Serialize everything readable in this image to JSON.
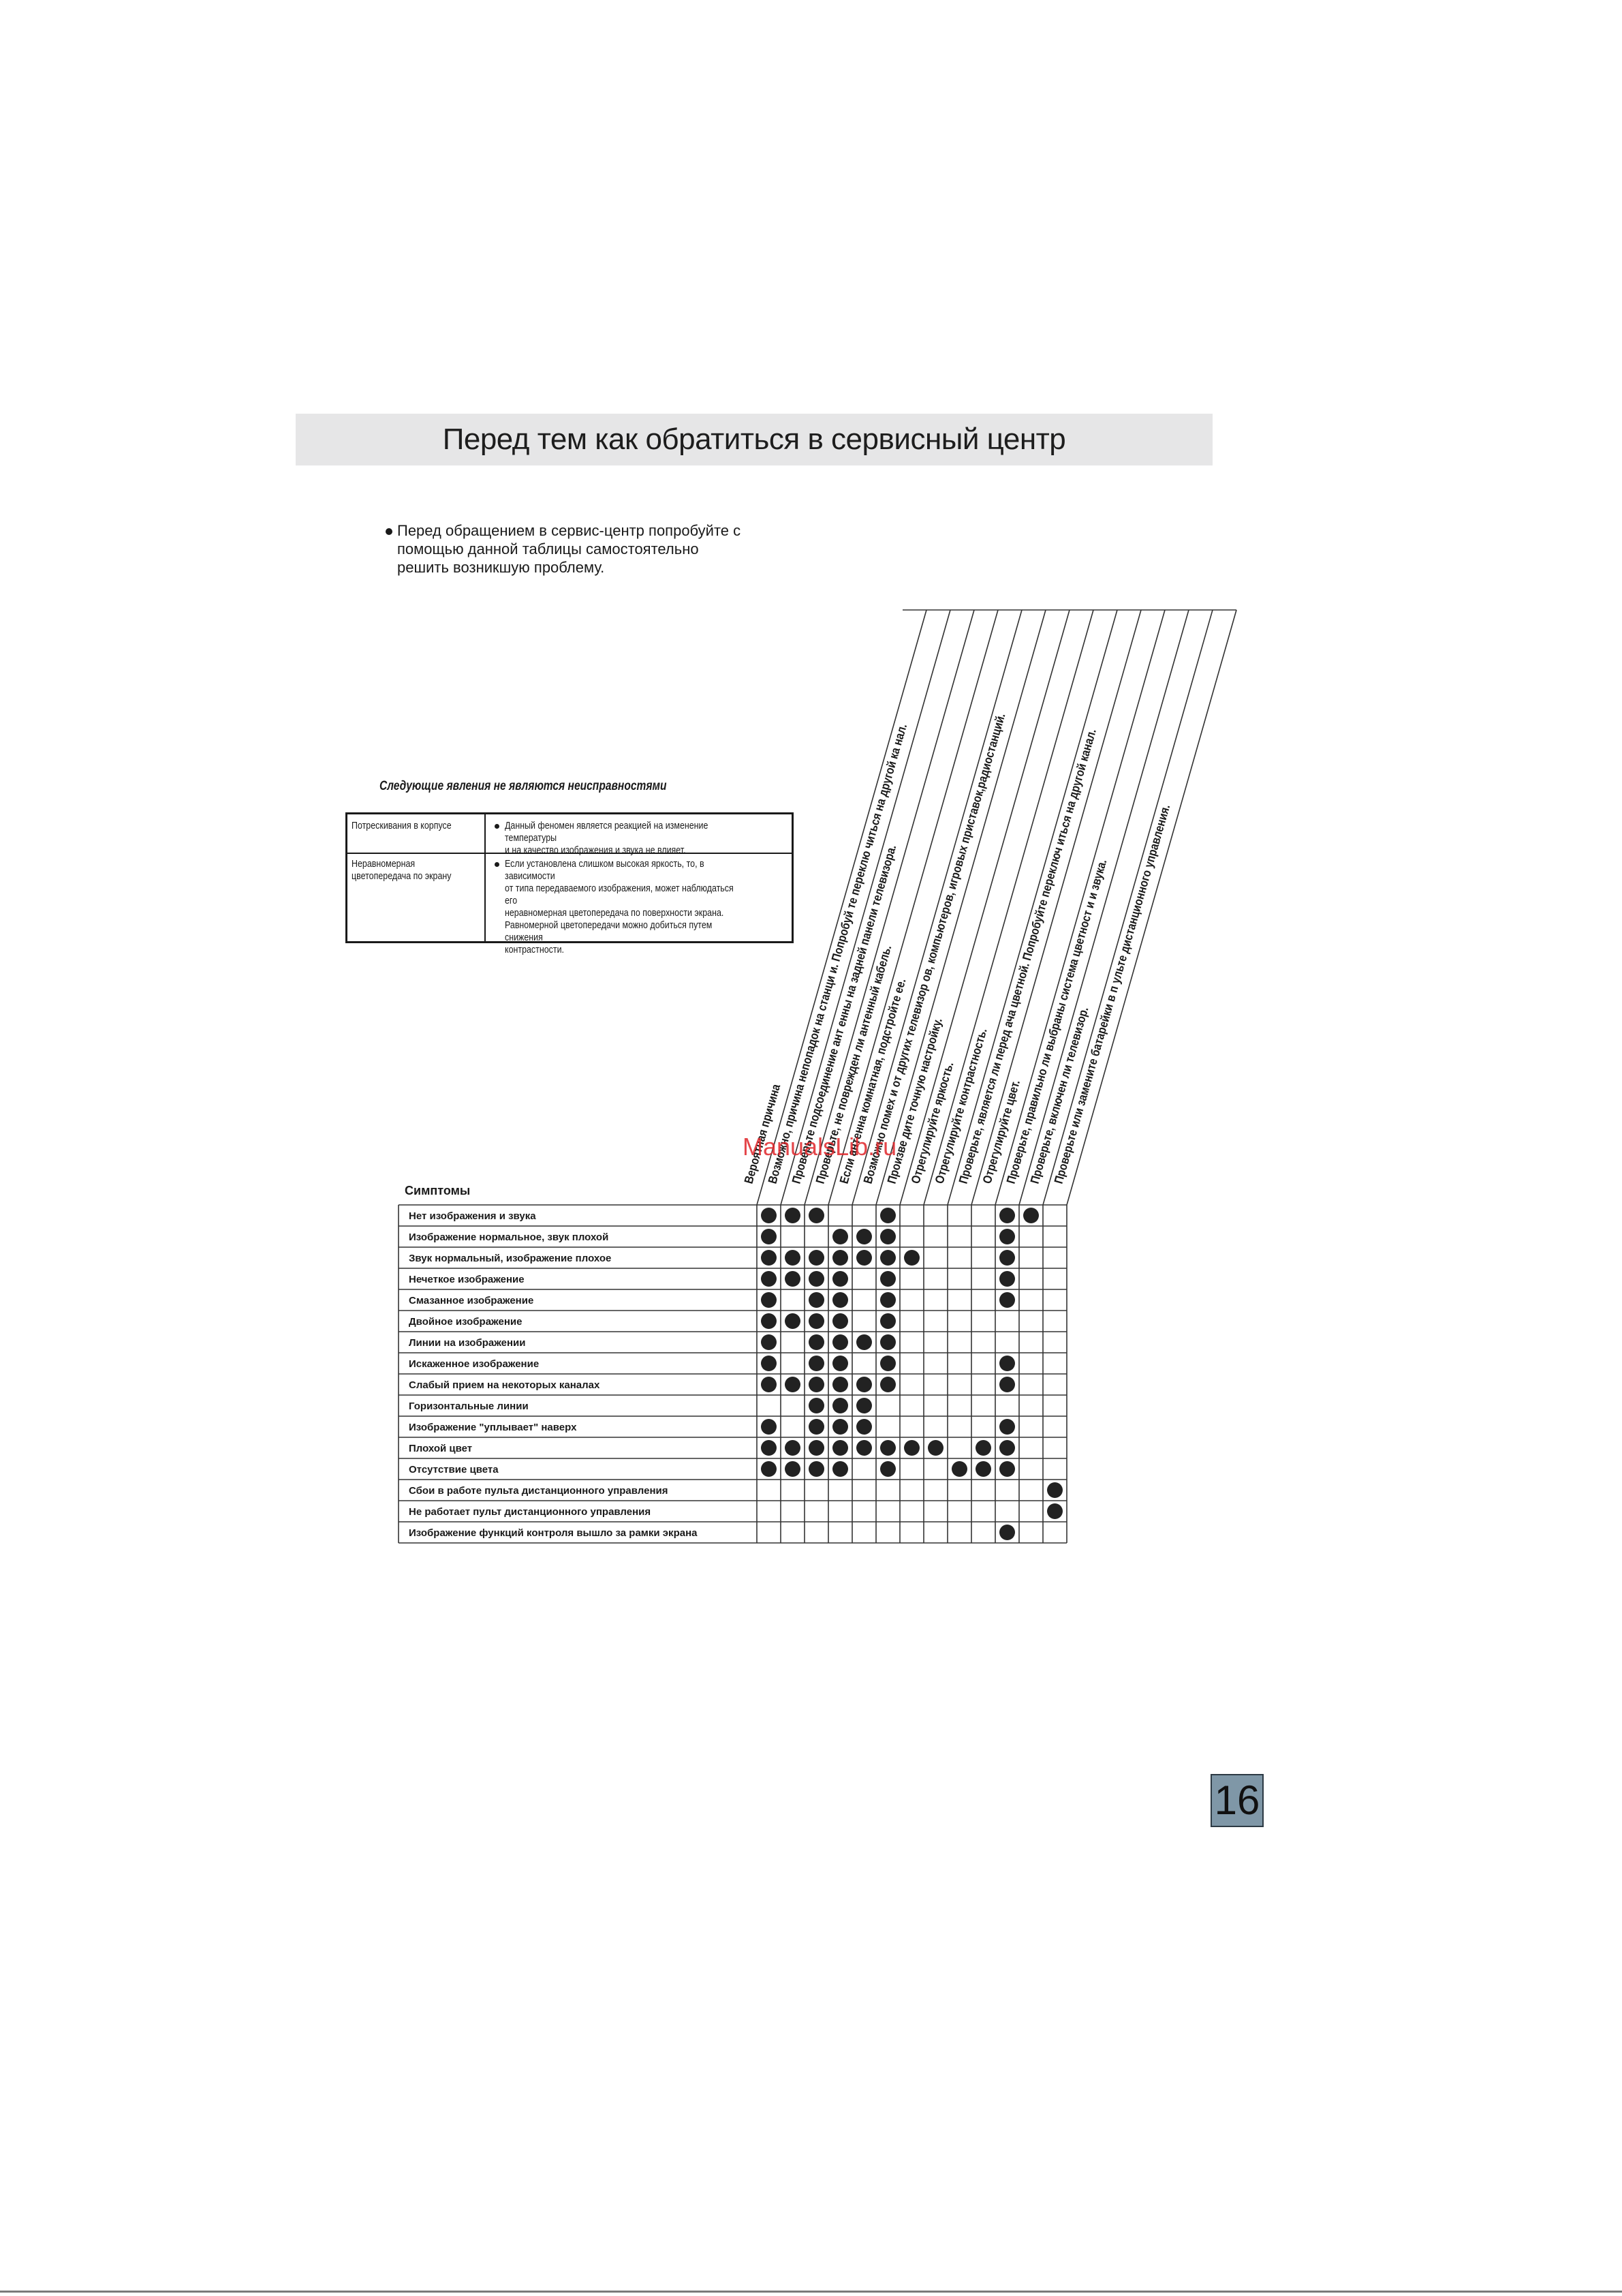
{
  "title": "Перед тем как обратиться в сервисный центр",
  "intro": "Перед обращением в сервис-центр попробуйте с\nпомощью данной таблицы самостоятельно\nрешить возникшую проблему.",
  "notes": {
    "title": "Следующие явления не являются неисправностями",
    "rows": [
      {
        "symptom": "Потрескивания в корпусе",
        "explanation": "Данный феномен является реакцией на изменение температуры\nи на качество изображения и звука не влияет."
      },
      {
        "symptom": "Неравномерная\nцветопередача по экрану",
        "explanation": "Если установлена слишком высокая яркость, то, в зависимости\nот типа передаваемого изображения, может наблюдаться его\nнеравномерная цветопередача по поверхности экрана.\nРавномерной цветопередачи можно добиться путем снижения\nконтрастности."
      }
    ]
  },
  "chart_data": {
    "type": "table",
    "symptoms_label": "Симптомы",
    "causes": [
      "Вероятная причина",
      "Возможно, причина непопадок на    станци и. Попробуй те переклю читься на другой ка нал.",
      "Проверьте подсоединение ант енны на задней панели телевизора.",
      "Проверьте, не поврежден  ли антенный кабель.",
      "Если антенна комнатная, подстройте  ее.",
      "Возможно помех и от других  телевизор ов, компьютеров, игровых приставок,радиостанций.",
      "Произве дите точную настройку.",
      "Отрегулируйте яркость.",
      "Отрегулируйте контрастность.",
      "Проверьте, является ли перед ача цветной. Попробуйте переключ иться на другой канал.",
      "Отрегулируйте цвет.",
      "Проверьте, правильно ли выбраны система  цветност и и звука.",
      "Проверьте,  включен ли телевизор.",
      "Проверьте или замените батарейки в п ульте дистанционного управления."
    ],
    "symptoms": [
      "Нет изображения и звука",
      "Изображение нормальное, звук плохой",
      "Звук нормальный, изображение плохое",
      "Нечеткое изображение",
      "Смазанное изображение",
      "Двойное изображение",
      "Линии на изображении",
      "Искаженное изображение",
      "Слабый прием на некоторых каналах",
      "Горизонтальные линии",
      "Изображение \"уплывает\" наверх",
      "Плохой цвет",
      "Отсутствие цвета",
      "Сбои в работе пульта дистанционного управления",
      "Не работает пульт дистанционного управления",
      "Изображение функций контроля вышло за рамки экрана"
    ],
    "matrix": [
      [
        1,
        1,
        1,
        0,
        0,
        1,
        0,
        0,
        0,
        0,
        1,
        1,
        0
      ],
      [
        1,
        0,
        0,
        1,
        1,
        1,
        0,
        0,
        0,
        0,
        1,
        0,
        0
      ],
      [
        1,
        1,
        1,
        1,
        1,
        1,
        1,
        0,
        0,
        0,
        1,
        0,
        0
      ],
      [
        1,
        1,
        1,
        1,
        0,
        1,
        0,
        0,
        0,
        0,
        1,
        0,
        0
      ],
      [
        1,
        0,
        1,
        1,
        0,
        1,
        0,
        0,
        0,
        0,
        1,
        0,
        0
      ],
      [
        1,
        1,
        1,
        1,
        0,
        1,
        0,
        0,
        0,
        0,
        0,
        0,
        0
      ],
      [
        1,
        0,
        1,
        1,
        1,
        1,
        0,
        0,
        0,
        0,
        0,
        0,
        0
      ],
      [
        1,
        0,
        1,
        1,
        0,
        1,
        0,
        0,
        0,
        0,
        1,
        0,
        0
      ],
      [
        1,
        1,
        1,
        1,
        1,
        1,
        0,
        0,
        0,
        0,
        1,
        0,
        0
      ],
      [
        0,
        0,
        1,
        1,
        1,
        0,
        0,
        0,
        0,
        0,
        0,
        0,
        0
      ],
      [
        1,
        0,
        1,
        1,
        1,
        0,
        0,
        0,
        0,
        0,
        1,
        0,
        0
      ],
      [
        1,
        1,
        1,
        1,
        1,
        1,
        1,
        1,
        0,
        1,
        1,
        0,
        0
      ],
      [
        1,
        1,
        1,
        1,
        0,
        1,
        0,
        0,
        1,
        1,
        1,
        0,
        0
      ],
      [
        0,
        0,
        0,
        0,
        0,
        0,
        0,
        0,
        0,
        0,
        0,
        0,
        1
      ],
      [
        0,
        0,
        0,
        0,
        0,
        0,
        0,
        0,
        0,
        0,
        0,
        0,
        1
      ],
      [
        0,
        0,
        0,
        0,
        0,
        0,
        0,
        0,
        0,
        0,
        1,
        0,
        0
      ]
    ]
  },
  "watermark": "ManualsLib.ru",
  "page_number": "16",
  "colors": {
    "title_bar": "#e6e6e7",
    "page_number_bg": "#7f97a7",
    "dot": "#222222",
    "watermark": "#e0262b"
  }
}
